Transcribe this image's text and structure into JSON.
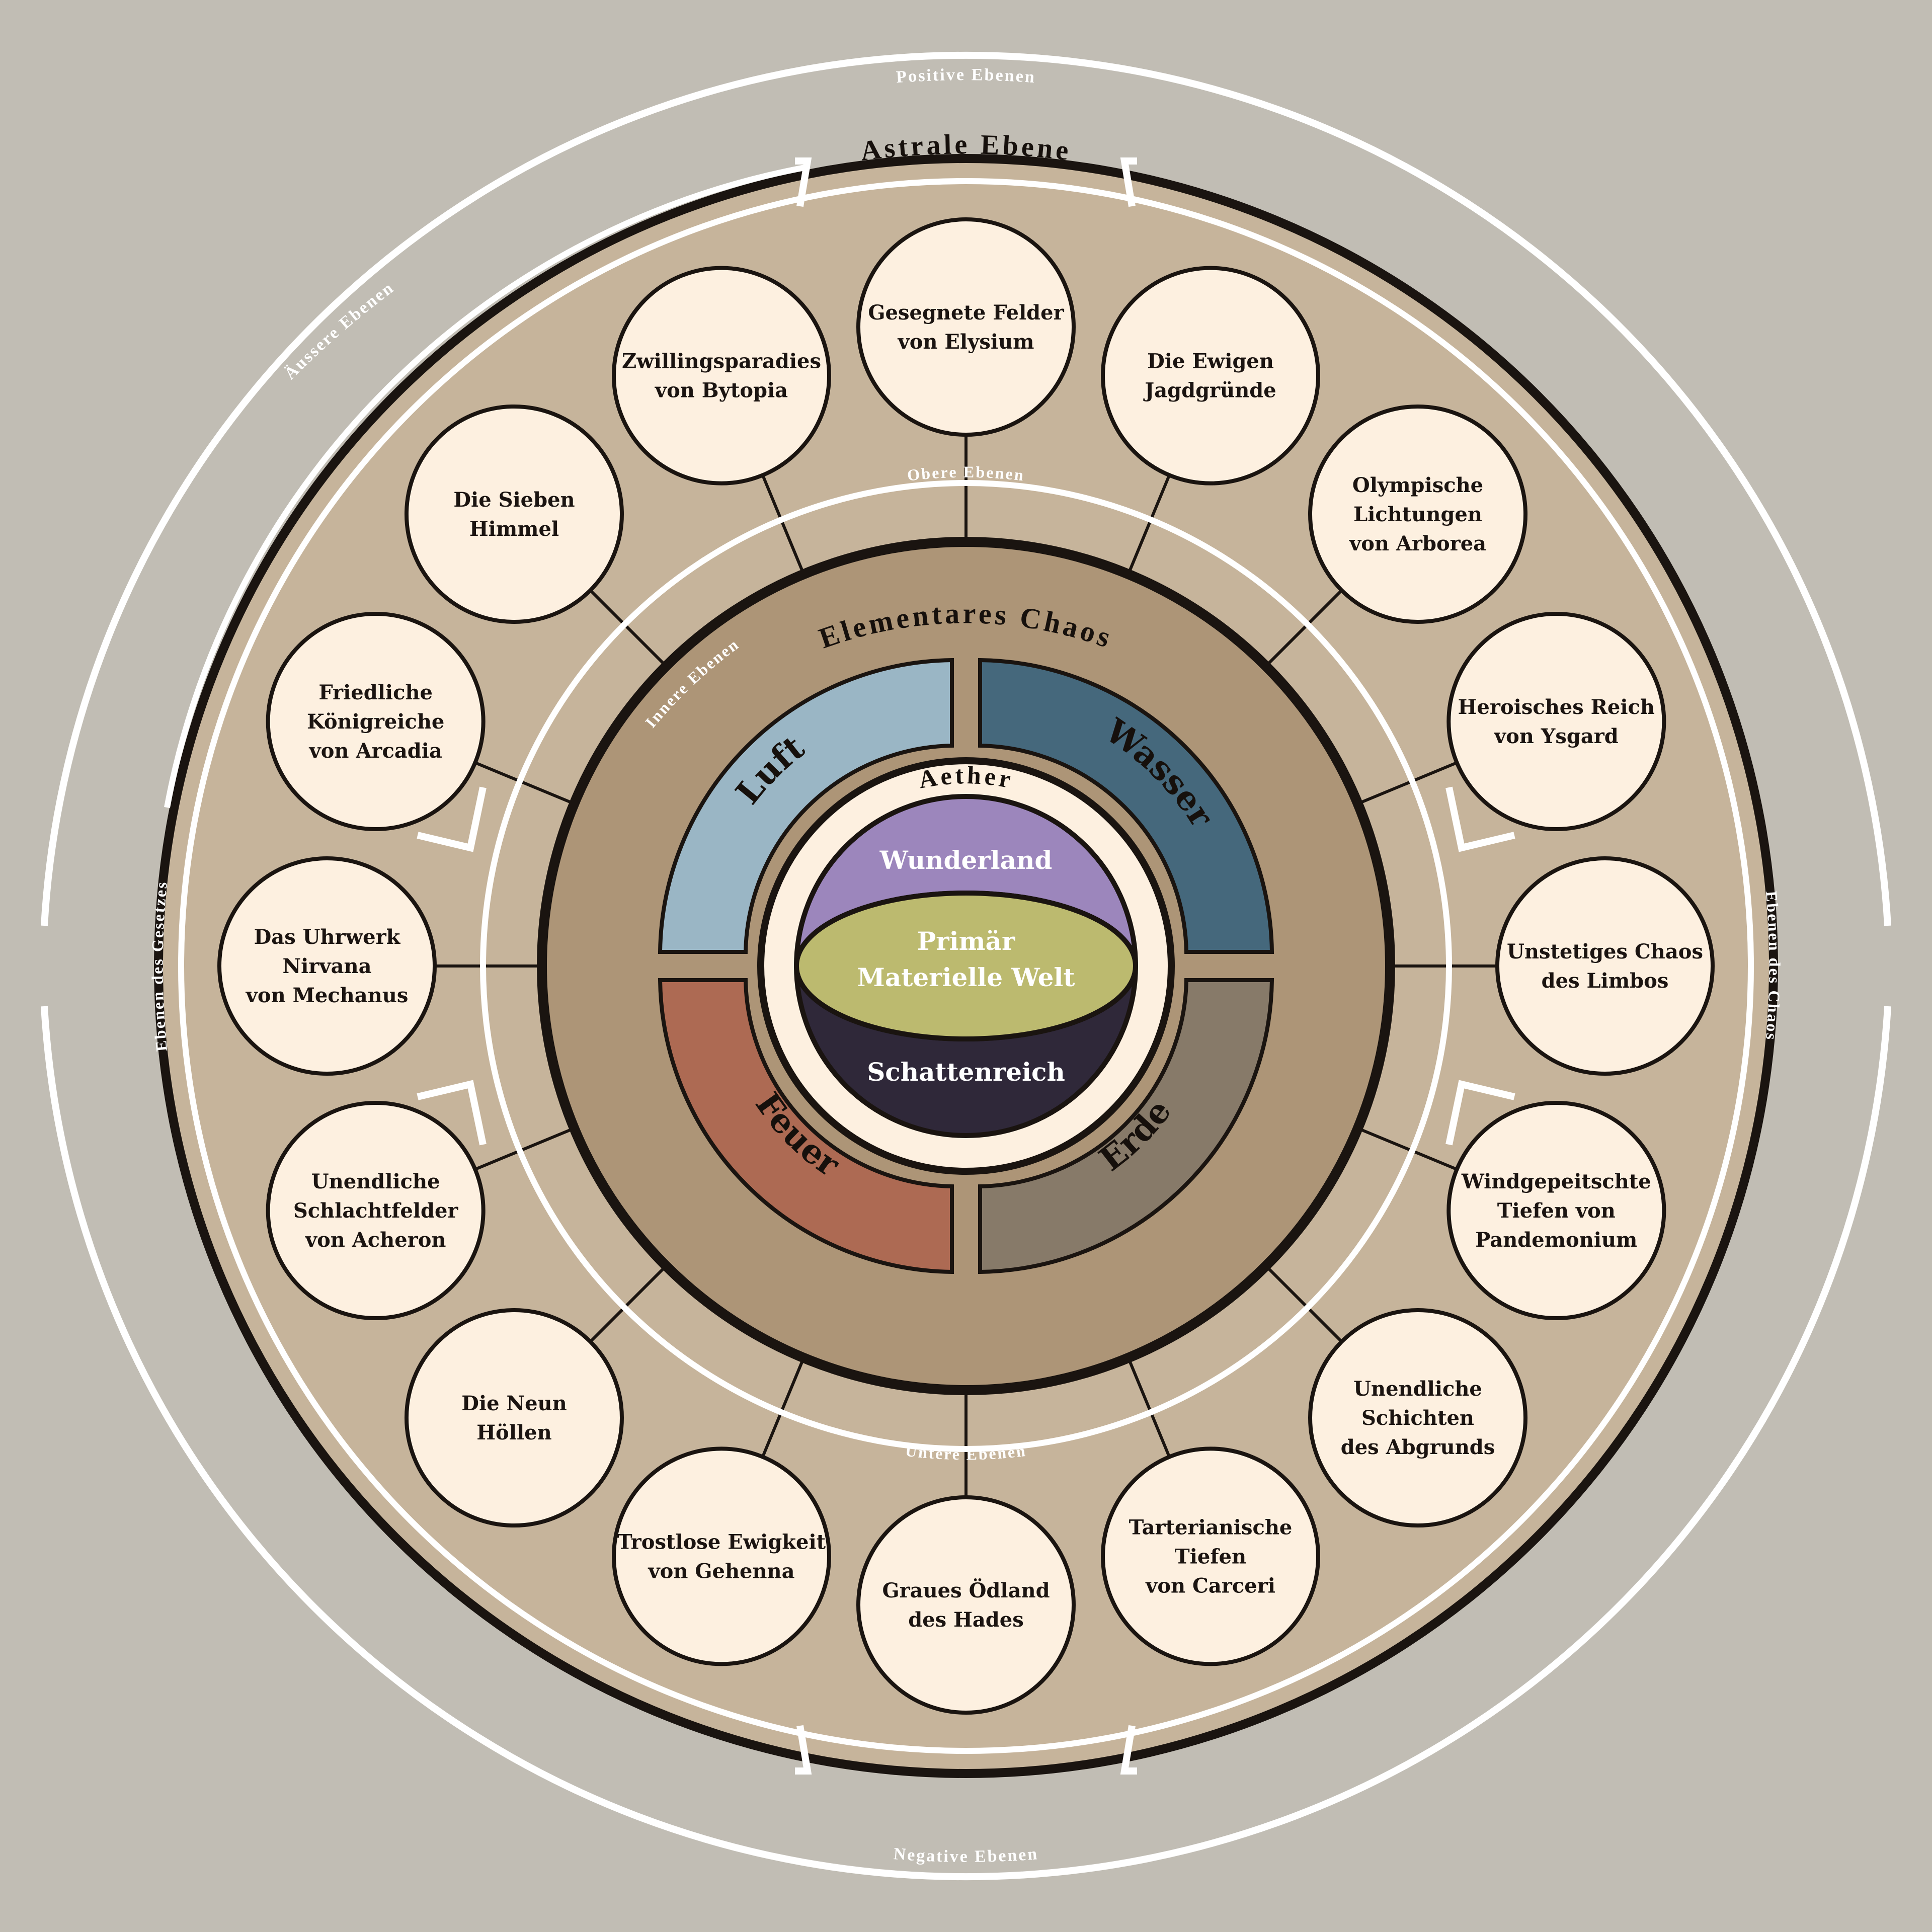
{
  "ring_labels": {
    "positive": "Positive Ebenen",
    "negative": "Negative Ebenen",
    "outer": "Äussere Ebenen",
    "law": "Ebenen des Gesetzes",
    "chaos": "Ebenen des Chaos",
    "upper": "Obere Ebenen",
    "lower": "Untere Ebenen",
    "inner": "Innere Ebenen"
  },
  "astral": "Astrale Ebene",
  "elemental_chaos": "Elementares Chaos",
  "aether": "Aether",
  "elements": {
    "air": "Luft",
    "water": "Wasser",
    "fire": "Feuer",
    "earth": "Erde"
  },
  "core": {
    "wonderland": "Wunderland",
    "material_1": "Primär",
    "material_2": "Materielle Welt",
    "shadow": "Schattenreich"
  },
  "planes": [
    {
      "id": "elysium",
      "lines": [
        "Gesegnete Felder",
        "von Elysium"
      ]
    },
    {
      "id": "beastlands",
      "lines": [
        "Die Ewigen",
        "Jagdgründe"
      ]
    },
    {
      "id": "arborea",
      "lines": [
        "Olympische",
        "Lichtungen",
        "von Arborea"
      ]
    },
    {
      "id": "ysgard",
      "lines": [
        "Heroisches Reich",
        "von Ysgard"
      ]
    },
    {
      "id": "limbo",
      "lines": [
        "Unstetiges Chaos",
        "des Limbos"
      ]
    },
    {
      "id": "pandemonium",
      "lines": [
        "Windgepeitschte",
        "Tiefen von",
        "Pandemonium"
      ]
    },
    {
      "id": "abyss",
      "lines": [
        "Unendliche",
        "Schichten",
        "des Abgrunds"
      ]
    },
    {
      "id": "carceri",
      "lines": [
        "Tarterianische",
        "Tiefen",
        "von Carceri"
      ]
    },
    {
      "id": "hades",
      "lines": [
        "Graues Ödland",
        "des Hades"
      ]
    },
    {
      "id": "gehenna",
      "lines": [
        "Trostlose Ewigkeit",
        "von Gehenna"
      ]
    },
    {
      "id": "hells",
      "lines": [
        "Die Neun",
        "Höllen"
      ]
    },
    {
      "id": "acheron",
      "lines": [
        "Unendliche",
        "Schlachtfelder",
        "von Acheron"
      ]
    },
    {
      "id": "mechanus",
      "lines": [
        "Das Uhrwerk",
        "Nirvana",
        "von Mechanus"
      ]
    },
    {
      "id": "arcadia",
      "lines": [
        "Friedliche",
        "Königreiche",
        "von Arcadia"
      ]
    },
    {
      "id": "heavens",
      "lines": [
        "Die Sieben",
        "Himmel"
      ]
    },
    {
      "id": "bytopia",
      "lines": [
        "Zwillingsparadies",
        "von Bytopia"
      ]
    }
  ],
  "colors": {
    "background": "#c1bdb4",
    "astral_ring": "#c6b49b",
    "elemental_disk": "#ad9577",
    "plane_fill": "#fdf0e0",
    "air": "#9ab6c5",
    "water": "#45687c",
    "fire": "#ad6a53",
    "earth": "#877a69",
    "wonderland": "#9c86bc",
    "material": "#bcba6f",
    "shadow": "#2f2839",
    "outline": "#1a1410"
  }
}
